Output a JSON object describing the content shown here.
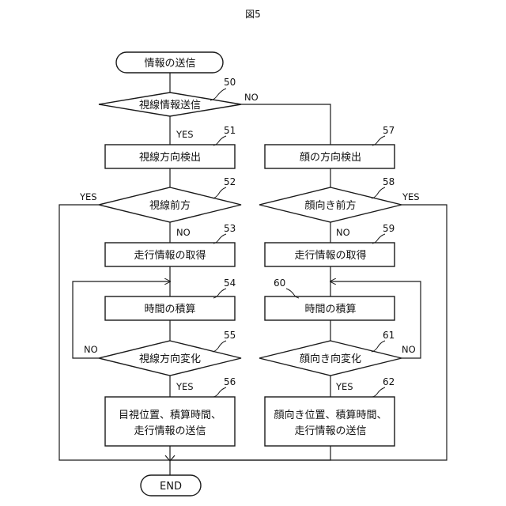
{
  "figure": {
    "title": "図5"
  },
  "nodes": {
    "start": "情報の送信",
    "d50": "視線情報送信",
    "p51": "視線方向検出",
    "d52": "視線前方",
    "p53": "走行情報の取得",
    "p54": "時間の積算",
    "d55": "視線方向変化",
    "p56_line1": "目視位置、積算時間、",
    "p56_line2": "走行情報の送信",
    "p57": "顔の方向検出",
    "d58": "顔向き前方",
    "p59": "走行情報の取得",
    "p60": "時間の積算",
    "d61": "顔向き向変化",
    "p62_line1": "顔向き位置、積算時間、",
    "p62_line2": "走行情報の送信",
    "end": "END"
  },
  "refs": {
    "r50": "50",
    "r51": "51",
    "r52": "52",
    "r53": "53",
    "r54": "54",
    "r55": "55",
    "r56": "56",
    "r57": "57",
    "r58": "58",
    "r59": "59",
    "r60": "60",
    "r61": "61",
    "r62": "62"
  },
  "branch_labels": {
    "no_50": "NO",
    "yes_50": "YES",
    "yes_52": "YES",
    "no_52": "NO",
    "no_55": "NO",
    "yes_55": "YES",
    "yes_58": "YES",
    "no_58": "NO",
    "no_61": "NO",
    "yes_61": "YES"
  }
}
